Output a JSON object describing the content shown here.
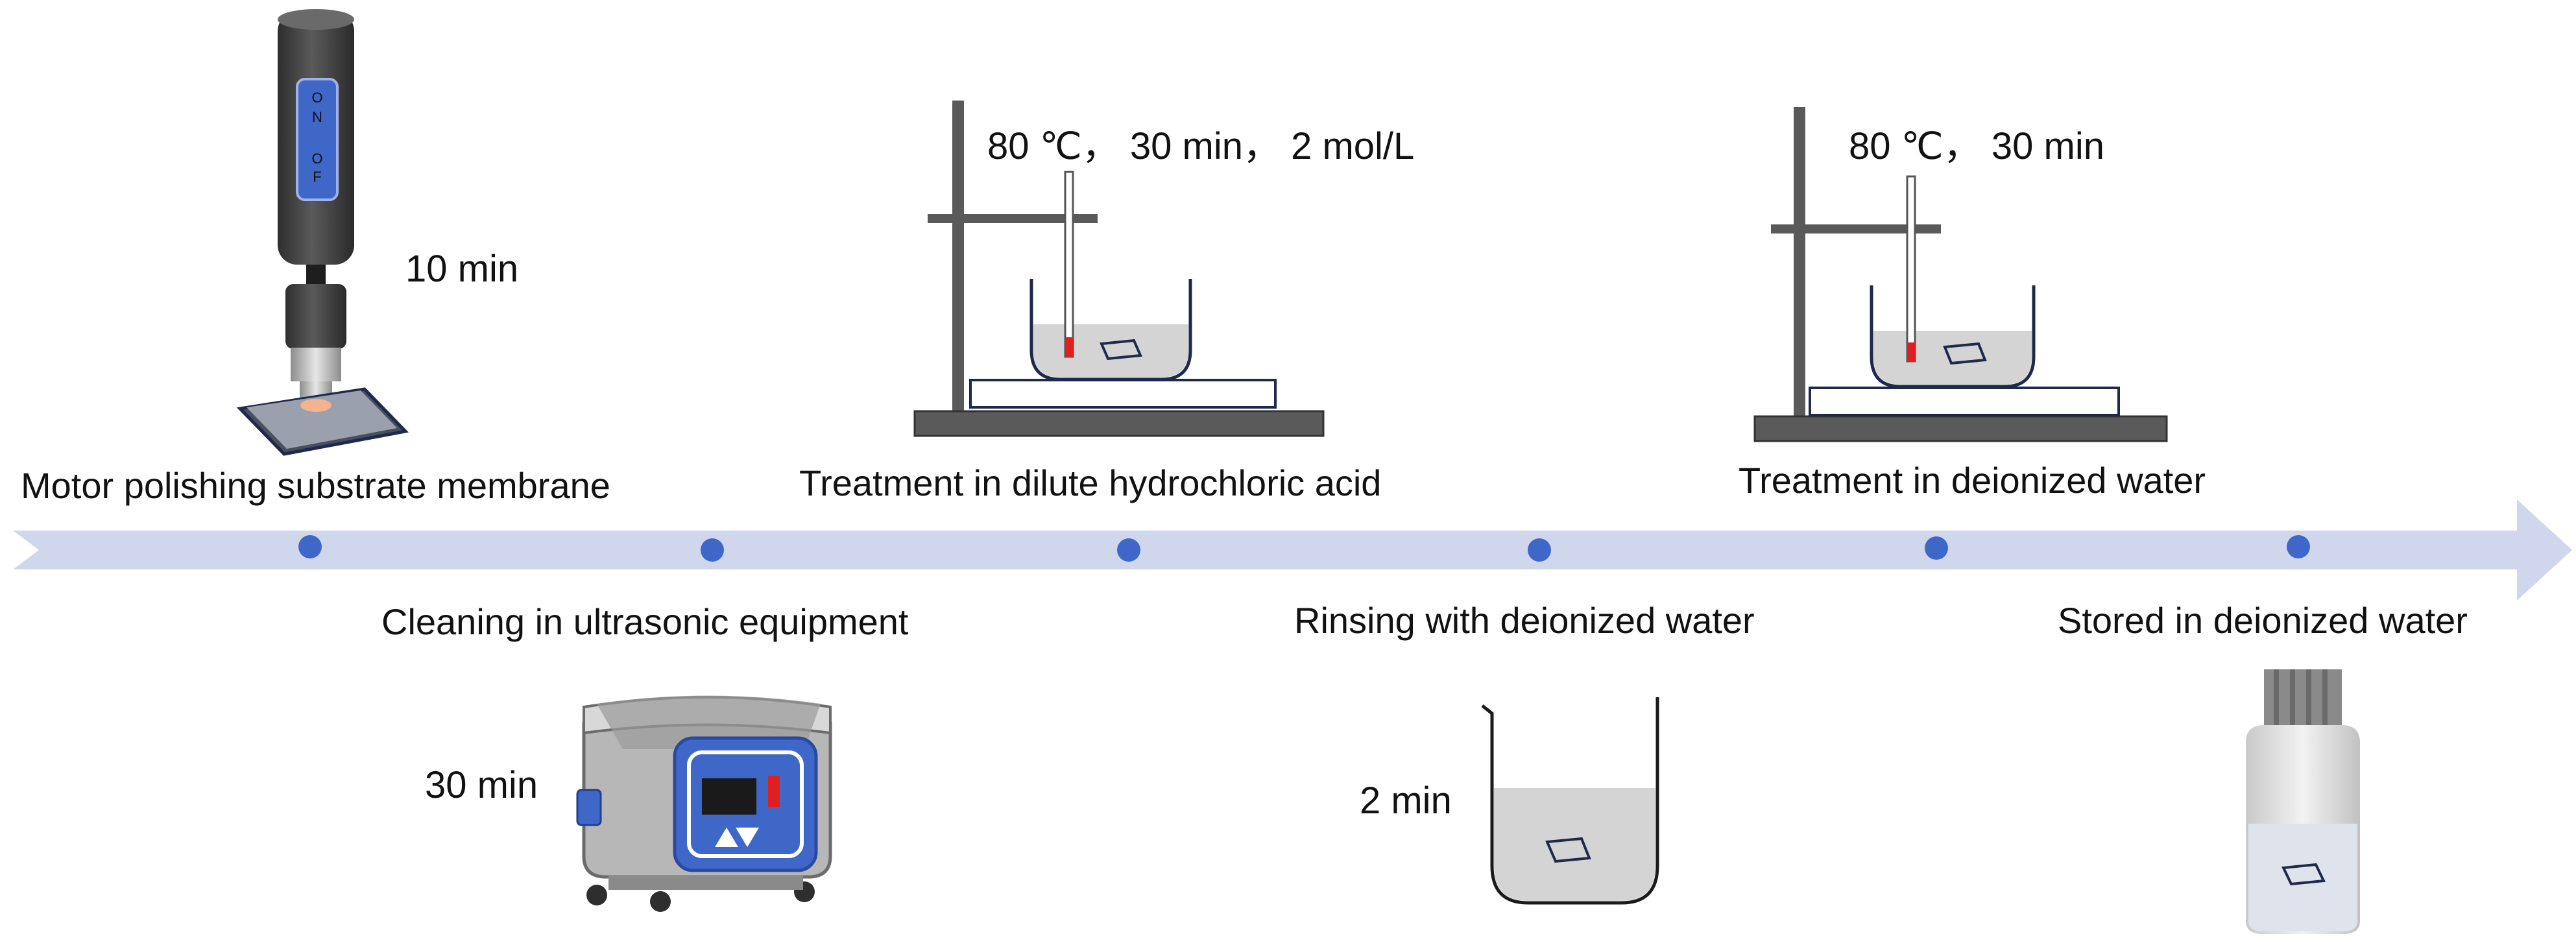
{
  "timeline": {
    "color": "#d0d7ed",
    "dot_color": "#3f67c8"
  },
  "steps": [
    {
      "label": "Motor polishing substrate membrane",
      "condition": "10 min",
      "icon": "polishing-motor-icon"
    },
    {
      "label": "Cleaning in ultrasonic equipment",
      "condition": "30 min",
      "icon": "ultrasonic-cleaner-icon"
    },
    {
      "label": "Treatment in dilute hydrochloric acid",
      "condition": "80 ℃， 30 min， 2 mol/L",
      "icon": "heated-bath-stand-icon"
    },
    {
      "label": "Rinsing with deionized water",
      "condition": "2 min",
      "icon": "beaker-icon"
    },
    {
      "label": "Treatment in deionized water",
      "condition": "80 ℃， 30 min",
      "icon": "heated-bath-stand-icon"
    },
    {
      "label": "Stored in deionized water",
      "condition": "",
      "icon": "storage-bottle-icon"
    }
  ],
  "colors": {
    "device_dark": "#4a4a4a",
    "device_blue": "#3f67c8",
    "liquid_gray": "#d4d4d4",
    "stand_gray": "#5a5a5a",
    "thermometer_red": "#e02020",
    "copper": "#f2b38f"
  }
}
